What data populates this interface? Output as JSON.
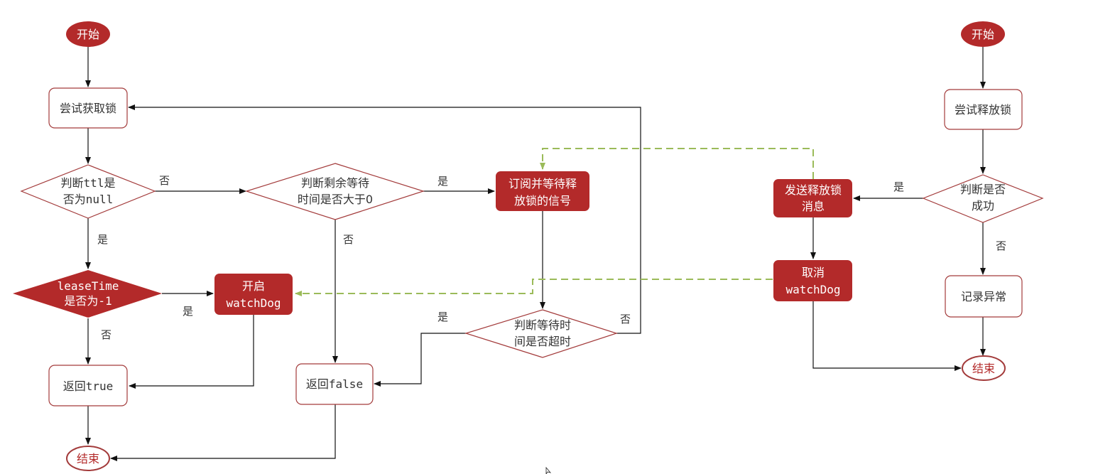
{
  "colors": {
    "accent": "#b32a2a",
    "node_border": "#a33b3b",
    "line": "#111111",
    "dashed": "#9bbb59",
    "text_dark": "#333333",
    "text_light": "#ffffff"
  },
  "acquire": {
    "start": "开始",
    "try_lock": "尝试获取锁",
    "check_ttl": [
      "判断ttl是",
      "否为null"
    ],
    "check_lease": [
      "leaseTime",
      "是否为-1"
    ],
    "start_watchdog": [
      "开启",
      "watchDog"
    ],
    "return_true": "返回true",
    "end": "结束",
    "check_remaining": [
      "判断剩余等待",
      "时间是否大于0"
    ],
    "subscribe": [
      "订阅并等待释",
      "放锁的信号"
    ],
    "return_false": "返回false",
    "check_timeout": [
      "判断等待时",
      "间是否超时"
    ]
  },
  "release": {
    "start": "开始",
    "try_release": "尝试释放锁",
    "check_success": [
      "判断是否",
      "成功"
    ],
    "send_release": [
      "发送释放锁",
      "消息"
    ],
    "cancel_watchdog": [
      "取消",
      "watchDog"
    ],
    "record_error": "记录异常",
    "end": "结束"
  },
  "labels": {
    "ttl_no": "否",
    "ttl_yes": "是",
    "lease_yes": "是",
    "lease_no": "否",
    "remaining_yes": "是",
    "remaining_no": "否",
    "timeout_yes": "是",
    "timeout_no": "否",
    "success_yes": "是",
    "success_no": "否"
  }
}
